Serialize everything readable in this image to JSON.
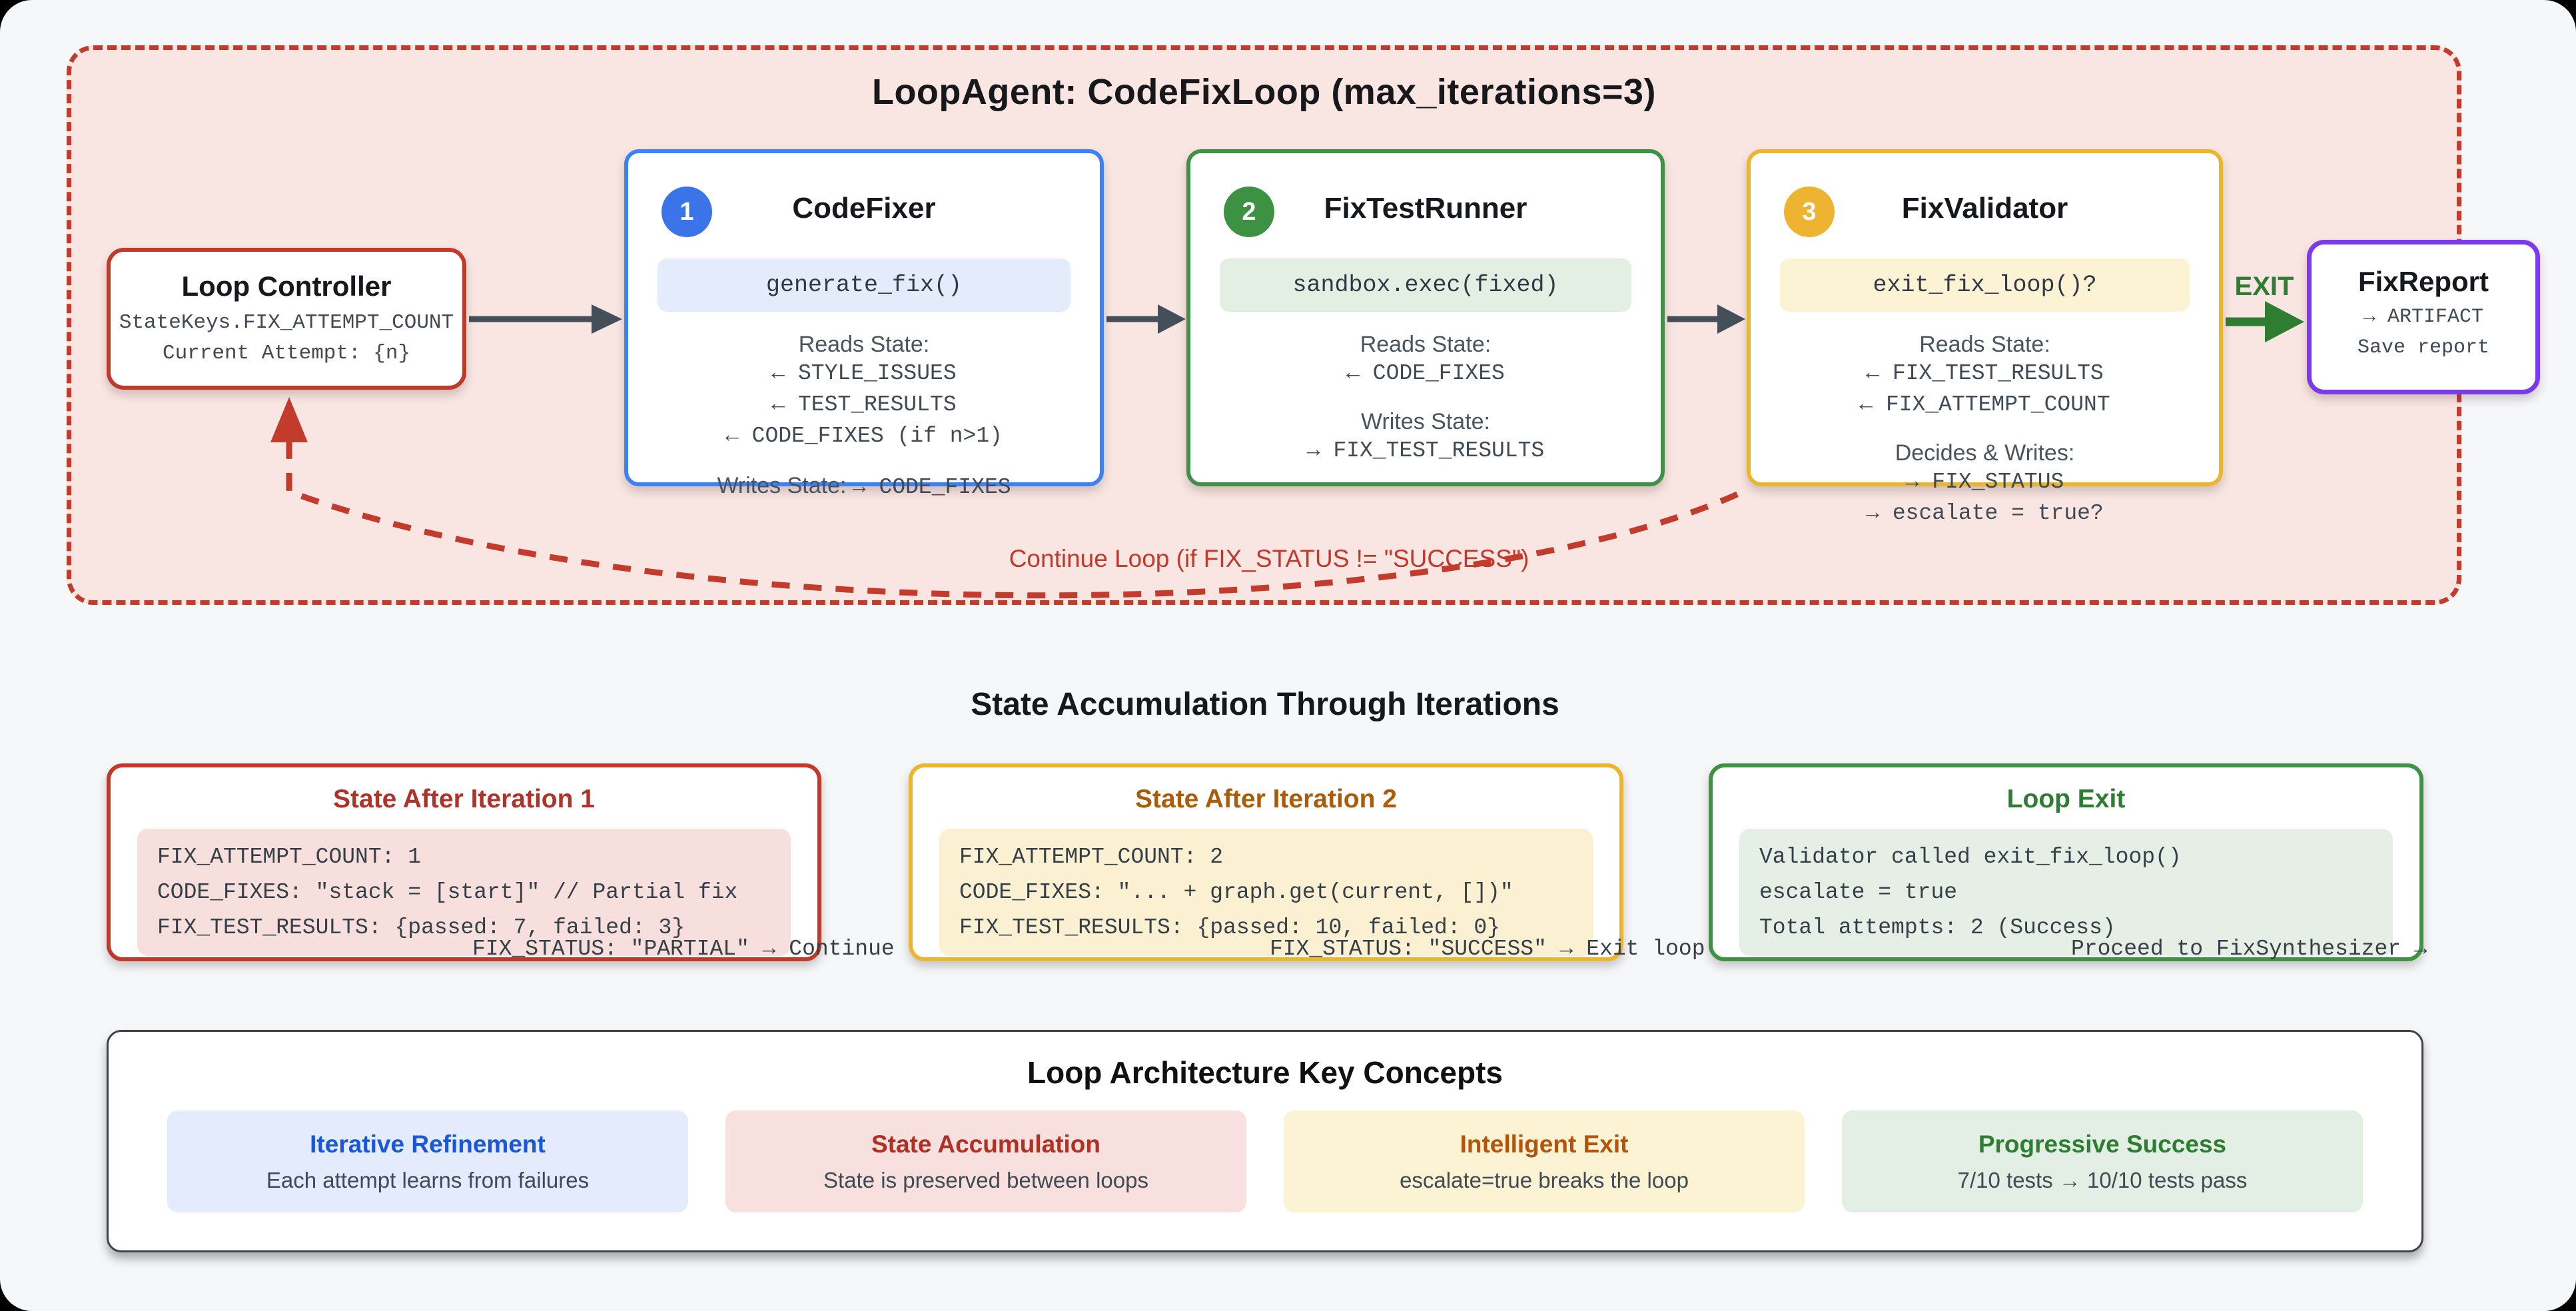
{
  "loop": {
    "title": "LoopAgent: CodeFixLoop (max_iterations=3)",
    "exit_label": "EXIT",
    "continue_label": "Continue Loop (if FIX_STATUS != \"SUCCESS\")"
  },
  "loop_controller": {
    "title": "Loop Controller",
    "line1": "StateKeys.FIX_ATTEMPT_COUNT",
    "line2": "Current Attempt: {n}"
  },
  "agents": [
    {
      "number": "1",
      "title": "CodeFixer",
      "chip": "generate_fix()",
      "reads_heading": "Reads State:",
      "reads": [
        "← STYLE_ISSUES",
        "← TEST_RESULTS",
        "← CODE_FIXES (if n>1)"
      ],
      "writes_heading": "Writes State:",
      "writes_inline": "→ CODE_FIXES"
    },
    {
      "number": "2",
      "title": "FixTestRunner",
      "chip": "sandbox.exec(fixed)",
      "reads_heading": "Reads State:",
      "reads": [
        "← CODE_FIXES"
      ],
      "writes_heading": "Writes State:",
      "writes": [
        "→ FIX_TEST_RESULTS"
      ]
    },
    {
      "number": "3",
      "title": "FixValidator",
      "chip": "exit_fix_loop()?",
      "reads_heading": "Reads State:",
      "reads": [
        "← FIX_TEST_RESULTS",
        "← FIX_ATTEMPT_COUNT"
      ],
      "writes_heading": "Decides & Writes:",
      "writes": [
        "→ FIX_STATUS",
        "→ escalate = true?"
      ]
    }
  ],
  "fix_report": {
    "title": "FixReport",
    "line1": "→ ARTIFACT",
    "line2": "Save report"
  },
  "state_section": {
    "title": "State Accumulation Through Iterations",
    "boxes": [
      {
        "title": "State After Iteration 1",
        "line1": "FIX_ATTEMPT_COUNT: 1",
        "line2": "CODE_FIXES: \"stack = [start]\" // Partial fix",
        "line3": "FIX_TEST_RESULTS: {passed: 7, failed: 3}",
        "flow_line": "FIX_STATUS: \"PARTIAL\" → Continue loop"
      },
      {
        "title": "State After Iteration 2",
        "line1": "FIX_ATTEMPT_COUNT: 2",
        "line2": "CODE_FIXES: \"... + graph.get(current, [])\"",
        "line3": "FIX_TEST_RESULTS: {passed: 10, failed: 0}",
        "flow_line": "FIX_STATUS: \"SUCCESS\" → Exit loop"
      },
      {
        "title": "Loop Exit",
        "line1": "Validator called exit_fix_loop()",
        "line2": "escalate = true",
        "line3": "Total attempts: 2 (Success)",
        "flow_line": "Proceed to FixSynthesizer →"
      }
    ]
  },
  "concepts": {
    "title": "Loop Architecture Key Concepts",
    "items": [
      {
        "title": "Iterative Refinement",
        "subtitle": "Each attempt learns from failures"
      },
      {
        "title": "State Accumulation",
        "subtitle": "State is preserved between loops"
      },
      {
        "title": "Intelligent Exit",
        "subtitle": "escalate=true breaks the loop"
      },
      {
        "title": "Progressive Success",
        "subtitle": "7/10 tests → 10/10 tests pass"
      }
    ]
  },
  "palette": {
    "loop_bg": "#f9e6e2",
    "loop_border": "#c43a2b",
    "blue": "#3b82f6",
    "green": "#3f9145",
    "amber": "#eab630",
    "purple": "#7c3aed",
    "red": "#c0392b",
    "exit_green": "#2e7d32",
    "arrow_gray": "#454f59"
  }
}
